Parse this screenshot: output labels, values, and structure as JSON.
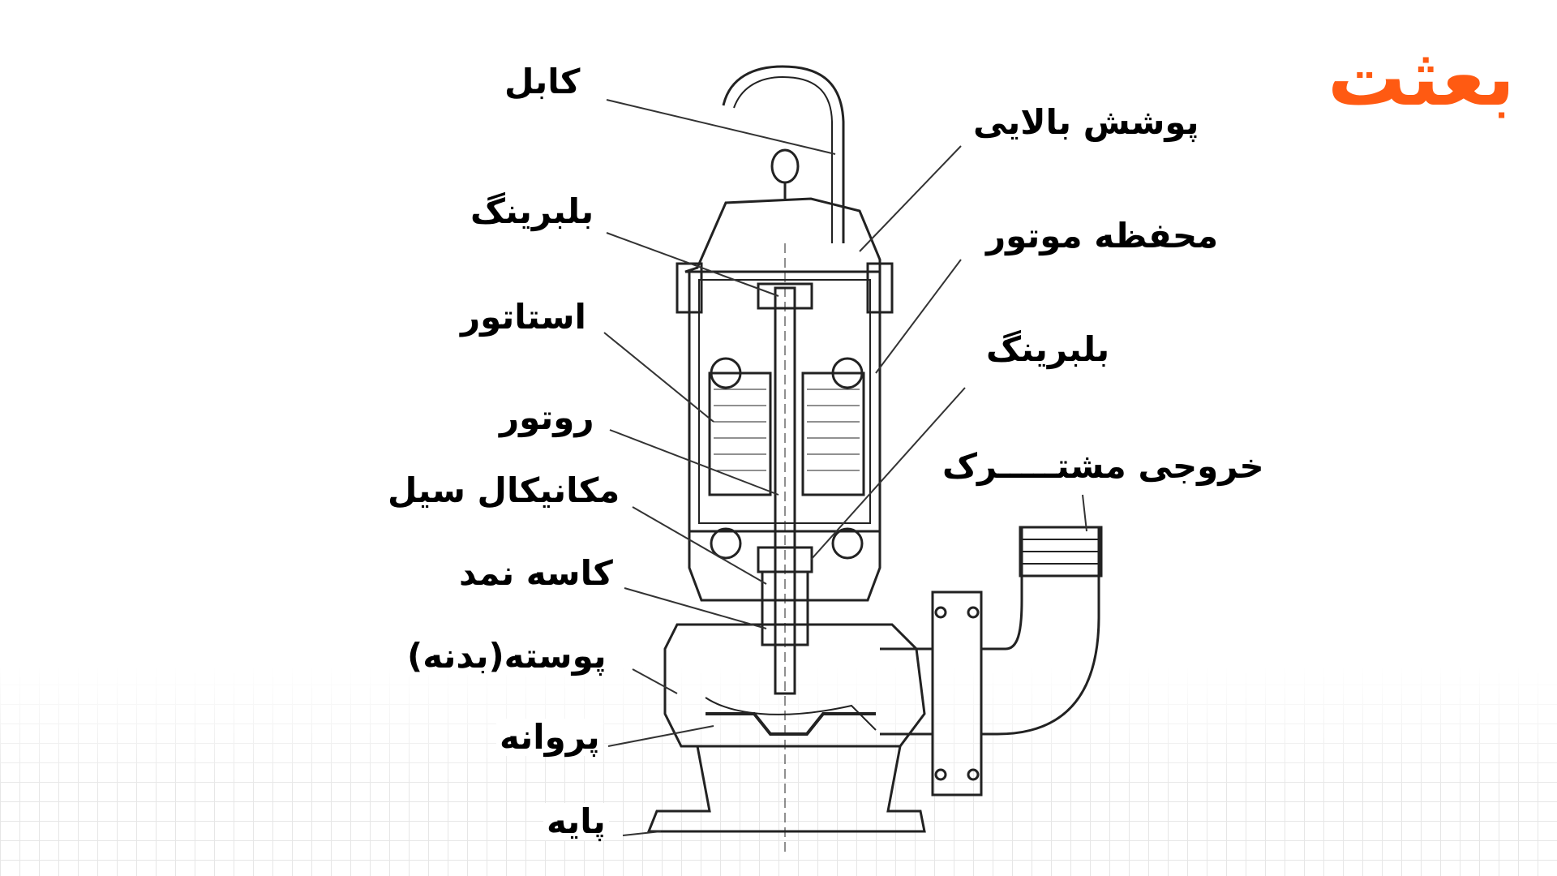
{
  "brand": {
    "logo_text": "بعثت",
    "accent": "#ff5a12"
  },
  "diagram": {
    "labels": {
      "cable": "کابل",
      "top_cover": "پوشش بالایی",
      "bearing_top": "بلبرینگ",
      "motor_housing": "محفظه موتور",
      "stator": "استاتور",
      "bearing_right": "بلبرینگ",
      "rotor": "روتور",
      "outlet": "خروجی مشتـــــرک",
      "mechanical_seal": "مکانیکال سیل",
      "felt_cup": "کاسه نمد",
      "casing": "پوسته(بدنه)",
      "impeller": "پروانه",
      "base": "پایه"
    }
  }
}
